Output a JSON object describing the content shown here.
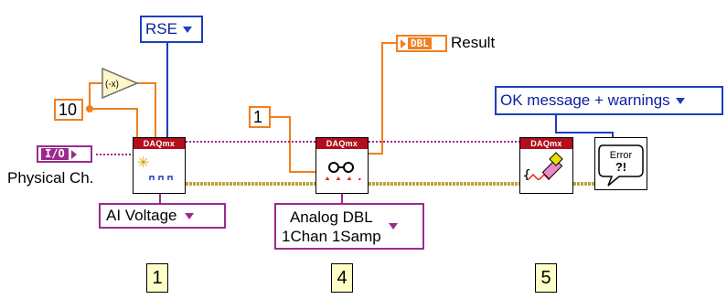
{
  "terminal_config": {
    "value": "RSE"
  },
  "negate_node": {
    "symbol": "(-x)"
  },
  "constant_10": {
    "value": "10"
  },
  "constant_1": {
    "value": "1"
  },
  "physical_channel": {
    "type_label": "I/O",
    "label": "Physical Ch."
  },
  "result_indicator": {
    "type_label": "DBL",
    "label": "Result"
  },
  "error_mode": {
    "value": "OK message + warnings"
  },
  "daqmx_header": "DAQmx",
  "error_dialog": {
    "line1": "Error",
    "line2": "?!"
  },
  "ai_voltage": {
    "value": "AI Voltage"
  },
  "analog_dbl": {
    "line1": "Analog DBL",
    "line2": "1Chan 1Samp"
  },
  "steps": [
    "1",
    "4",
    "5"
  ],
  "colors": {
    "task_wire": "#9b2a8e",
    "error_wire": "#b9a53a",
    "numeric_wire": "#f07f1e",
    "enum_wire": "#1c3fbf",
    "daqmx_header": "#b10e1e",
    "step_label_bg": "#ffffc8"
  }
}
